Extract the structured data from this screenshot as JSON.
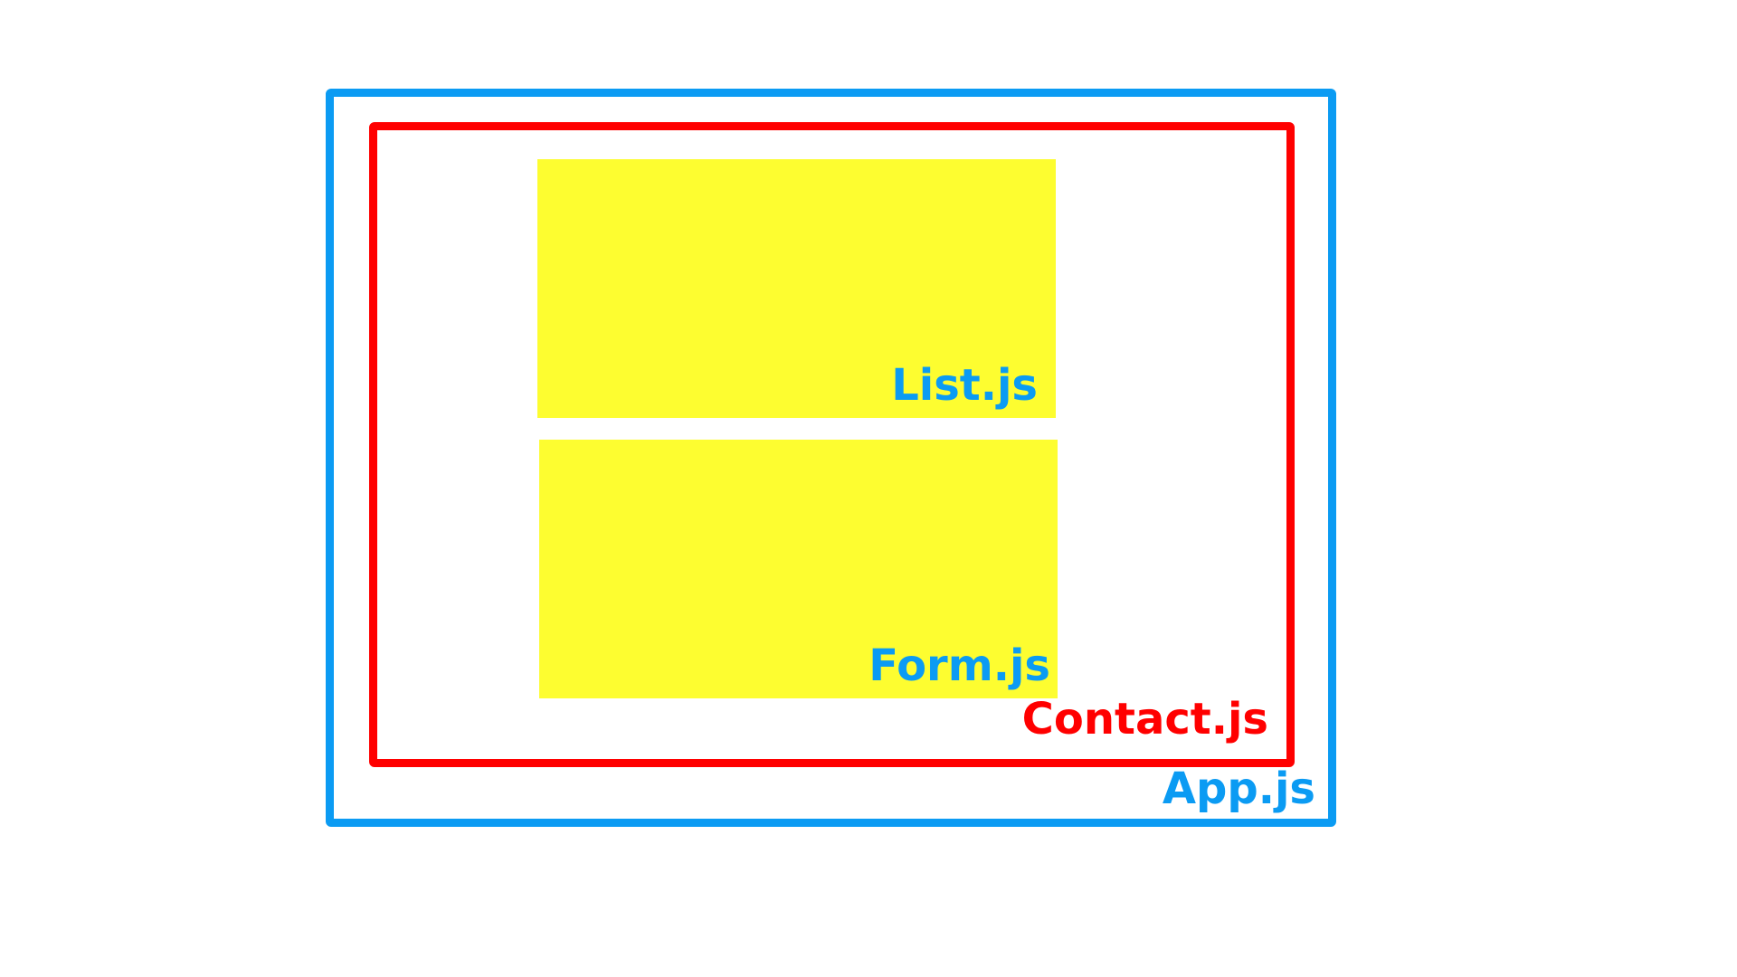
{
  "diagram": {
    "components": {
      "app": {
        "label": "App.js",
        "color": "#0b9bf3"
      },
      "contact": {
        "label": "Contact.js",
        "color": "#ff0000"
      },
      "list": {
        "label": "List.js",
        "color": "#0b9bf3",
        "fill": "#fdfd30"
      },
      "form": {
        "label": "Form.js",
        "color": "#0b9bf3",
        "fill": "#fdfd30"
      }
    }
  }
}
